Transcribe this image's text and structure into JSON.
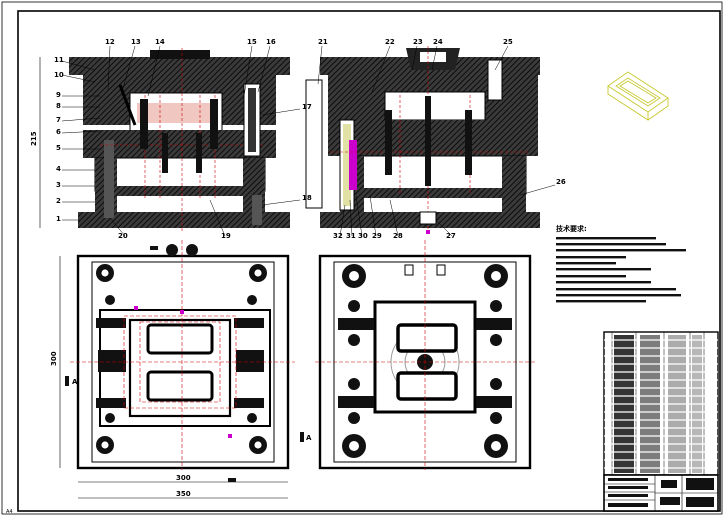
{
  "callouts_left": [
    "11",
    "10",
    "9",
    "8",
    "7",
    "6",
    "5",
    "4",
    "3",
    "2",
    "1"
  ],
  "callouts_top_left": [
    "12",
    "13",
    "14",
    "15",
    "16"
  ],
  "callouts_top_right": [
    "21",
    "22",
    "23",
    "24",
    "25"
  ],
  "callout_17": "17",
  "callout_18": "18",
  "callout_26": "26",
  "callouts_bottom_left": [
    "20",
    "19"
  ],
  "callouts_bottom_right": [
    "32",
    "31",
    "30",
    "29",
    "28",
    "27"
  ],
  "section_mark_top": "A",
  "section_mark_bottom": "A",
  "dim_height_left": "215",
  "dim_height_plan": "300",
  "dim_width_plan_inner": "300",
  "dim_width_plan_outer": "350",
  "tech_req_title": "技术要求:",
  "corner_mark": "A4",
  "colors": {
    "line": "#000000",
    "hatch": "#222222",
    "hidden": "#cc0000",
    "accent": "#cc00cc",
    "iso": "#c8c832"
  }
}
